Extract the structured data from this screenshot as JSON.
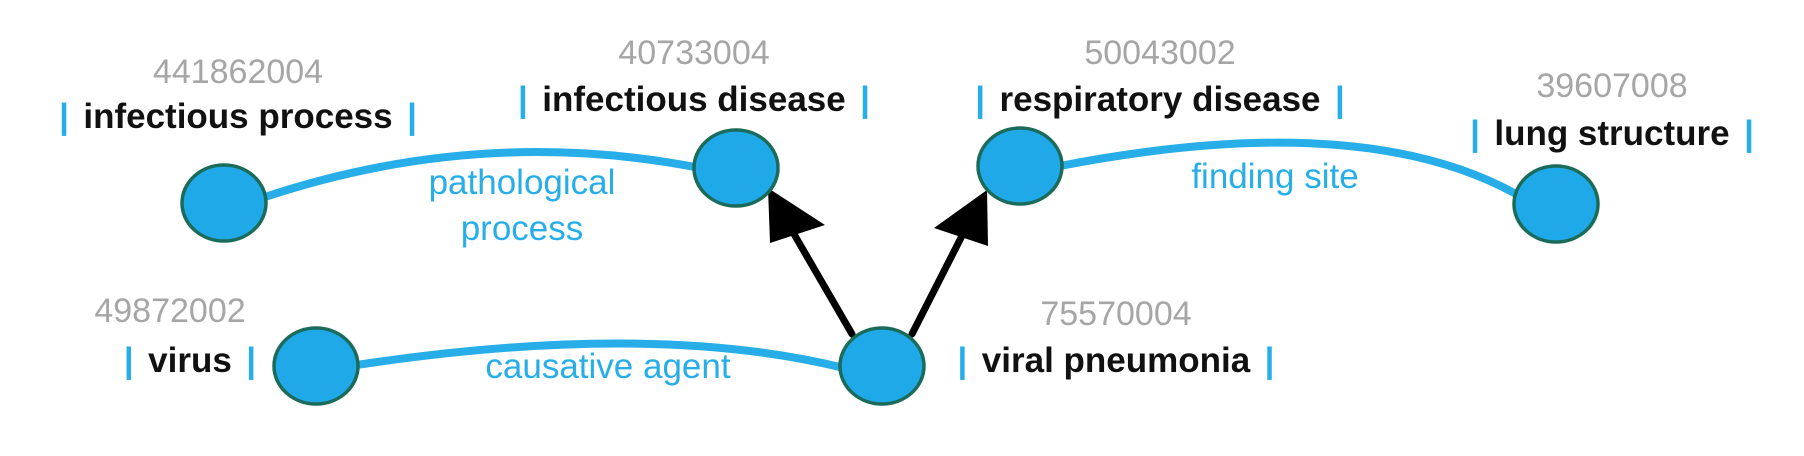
{
  "concepts": {
    "infectious_process": {
      "code": "441862004",
      "term": "infectious process"
    },
    "infectious_disease": {
      "code": "40733004",
      "term": "infectious disease"
    },
    "respiratory_disease": {
      "code": "50043002",
      "term": "respiratory disease"
    },
    "lung_structure": {
      "code": "39607008",
      "term": "lung structure"
    },
    "virus": {
      "code": "49872002",
      "term": "virus"
    },
    "viral_pneumonia": {
      "code": "75570004",
      "term": "viral pneumonia"
    }
  },
  "relations": {
    "pathological_process_line1": "pathological",
    "pathological_process_line2": "process",
    "finding_site": "finding site",
    "causative_agent": "causative agent"
  },
  "separator": "|",
  "colors": {
    "node_fill": "#1fa9e9",
    "node_stroke": "#1b6b5a",
    "relation": "#27aee9",
    "code": "#a6a6a6",
    "term": "#111111",
    "is_a_arrow": "#000000"
  }
}
